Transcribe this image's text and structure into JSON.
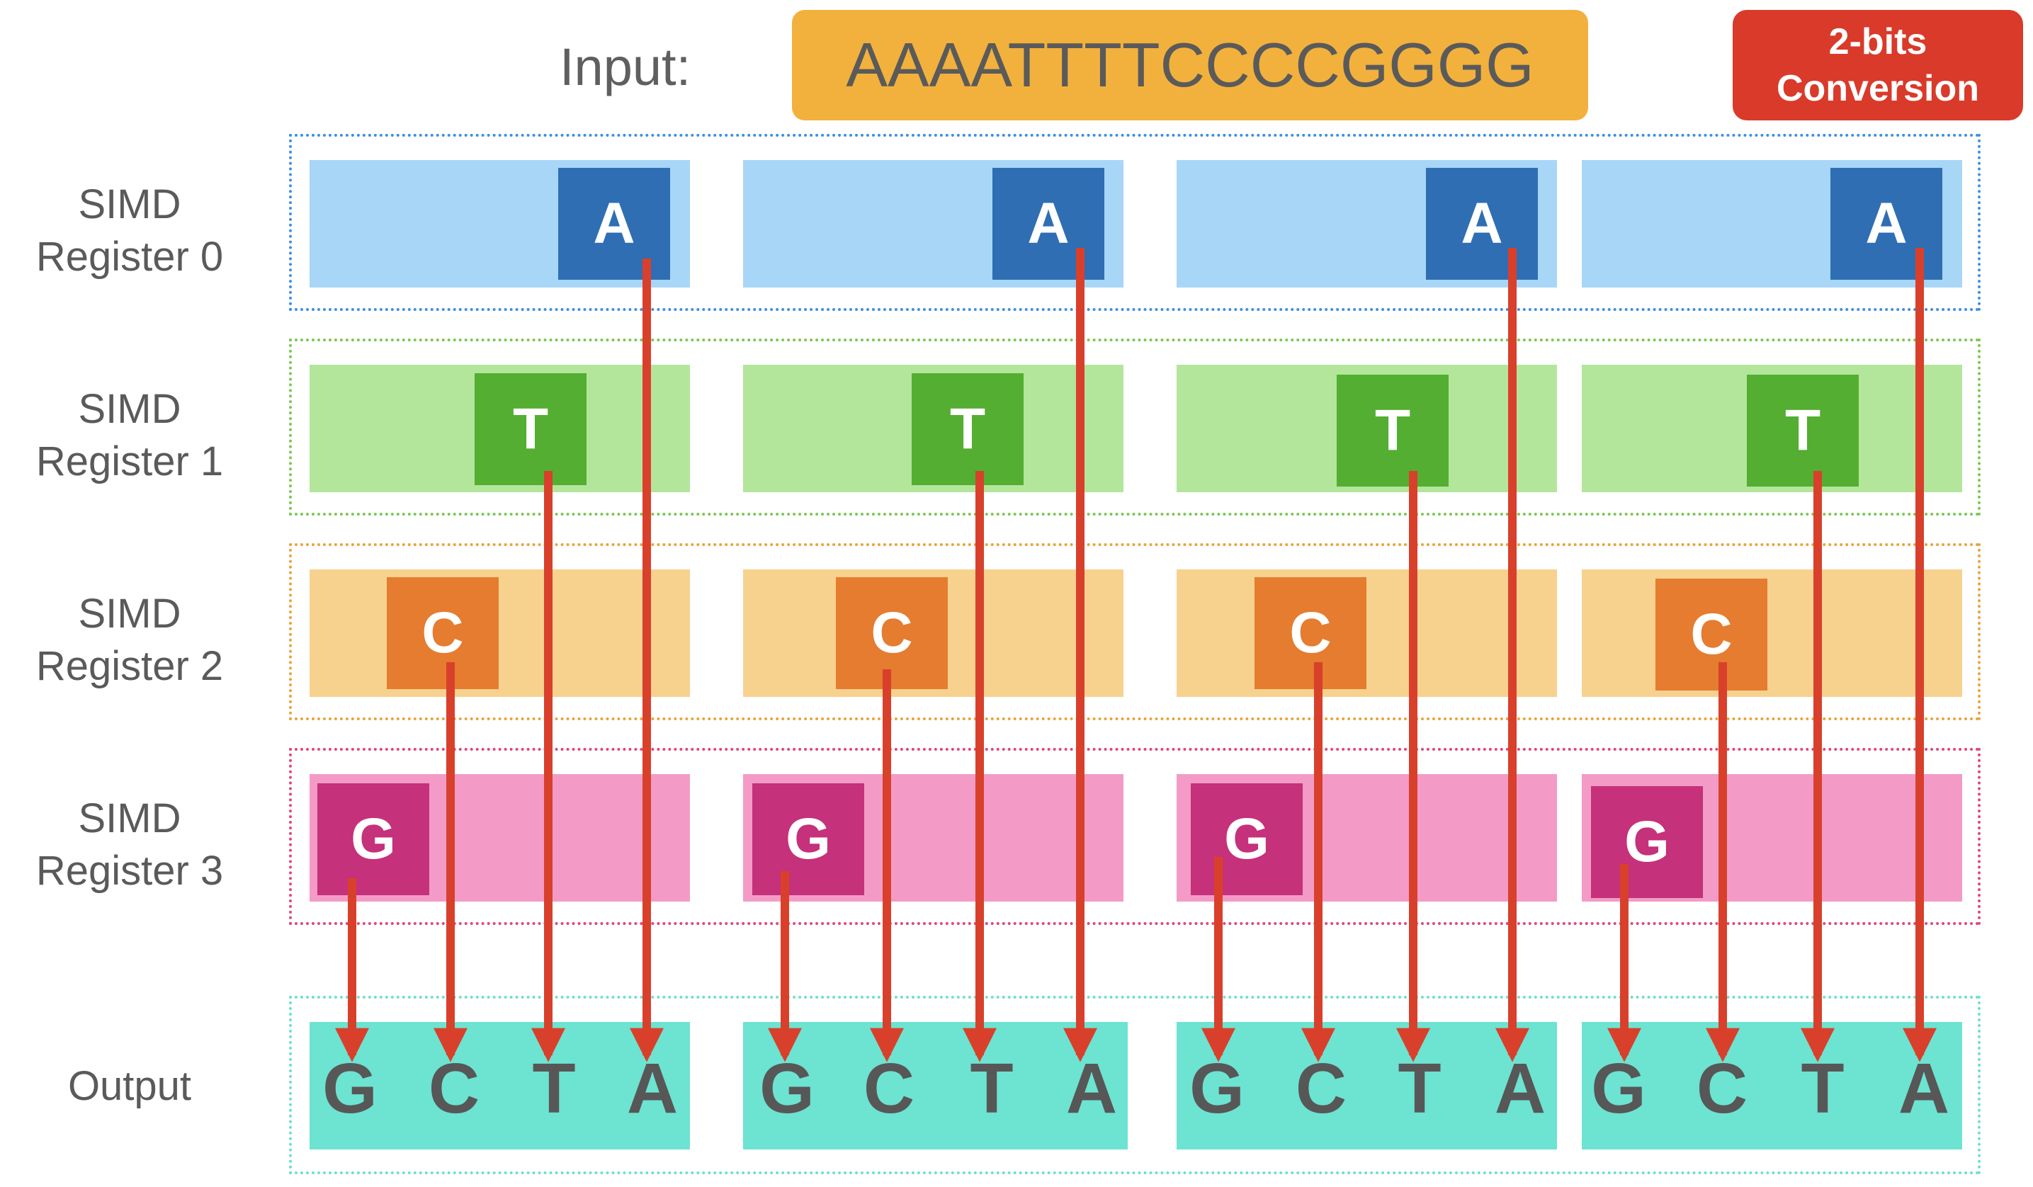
{
  "header": {
    "input_label": "Input:",
    "input_sequence": "AAAATTTTCCCCGGGG",
    "conversion_badge_line1": "2-bits",
    "conversion_badge_line2": "Conversion"
  },
  "registers": [
    {
      "label_line1": "SIMD",
      "label_line2": "Register 0",
      "base": "A"
    },
    {
      "label_line1": "SIMD",
      "label_line2": "Register 1",
      "base": "T"
    },
    {
      "label_line1": "SIMD",
      "label_line2": "Register 2",
      "base": "C"
    },
    {
      "label_line1": "SIMD",
      "label_line2": "Register 3",
      "base": "G"
    }
  ],
  "output": {
    "label": "Output",
    "groups": [
      [
        "G",
        "C",
        "T",
        "A"
      ],
      [
        "G",
        "C",
        "T",
        "A"
      ],
      [
        "G",
        "C",
        "T",
        "A"
      ],
      [
        "G",
        "C",
        "T",
        "A"
      ]
    ]
  },
  "colors": {
    "input_box": "#f2b13d",
    "conversion_badge": "#d93a2a",
    "arrow": "#d9402b",
    "reg0_frame": "#3d8fe0",
    "reg0_segment": "#a8d6f7",
    "reg0_box": "#2f6eb3",
    "reg1_frame": "#78c850",
    "reg1_segment": "#b3e69b",
    "reg1_box": "#54ae31",
    "reg2_frame": "#e8a33a",
    "reg2_segment": "#f7d18e",
    "reg2_box": "#e57c2f",
    "reg3_frame": "#e0457f",
    "reg3_segment": "#f39bc6",
    "reg3_box": "#c5317a",
    "output_frame": "#6ddfcf",
    "output_segment": "#6de3d1"
  }
}
